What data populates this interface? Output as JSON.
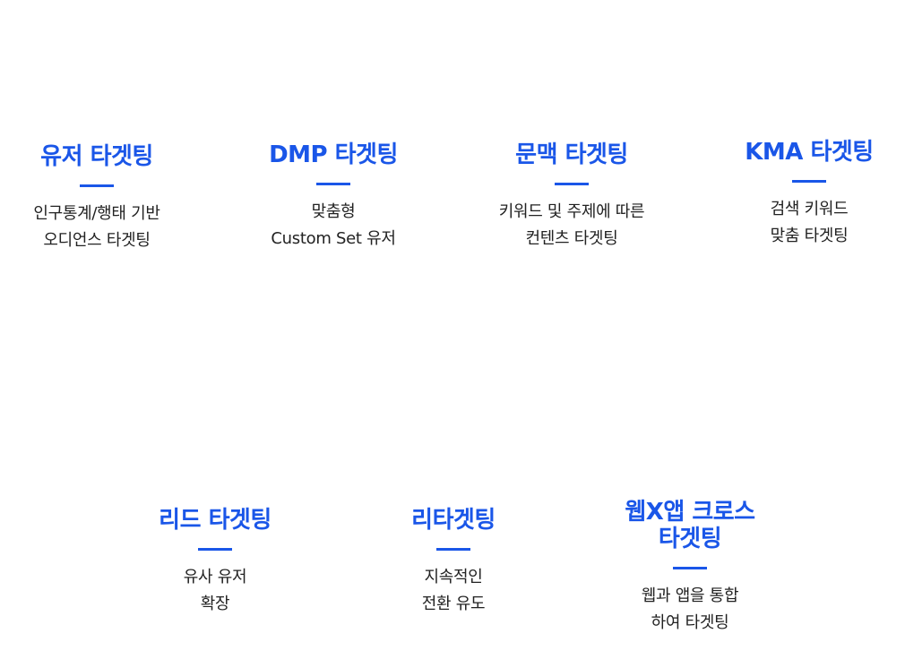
{
  "cards": [
    {
      "title": [
        "유저 타겟팅"
      ],
      "desc": [
        "인구통계/행태 기반",
        "오디언스 타겟팅"
      ]
    },
    {
      "title": [
        "DMP 타겟팅"
      ],
      "desc": [
        "맞춤형",
        "Custom Set 유저"
      ]
    },
    {
      "title": [
        "문맥 타겟팅"
      ],
      "desc": [
        "키워드 및 주제에 따른",
        "컨텐츠 타겟팅"
      ]
    },
    {
      "title": [
        "KMA 타겟팅"
      ],
      "desc": [
        "검색 키워드",
        "맞춤 타겟팅"
      ]
    },
    {
      "title": [
        "리드 타겟팅"
      ],
      "desc": [
        "유사 유저",
        "확장"
      ]
    },
    {
      "title": [
        "리타겟팅"
      ],
      "desc": [
        "지속적인",
        "전환 유도"
      ]
    },
    {
      "title": [
        "웹X앱 크로스",
        "타겟팅"
      ],
      "desc": [
        "웹과 앱을 통합",
        "하여 타겟팅"
      ]
    }
  ],
  "colors": {
    "accent": "#1a56e8",
    "text": "#222222",
    "background": "#ffffff"
  }
}
